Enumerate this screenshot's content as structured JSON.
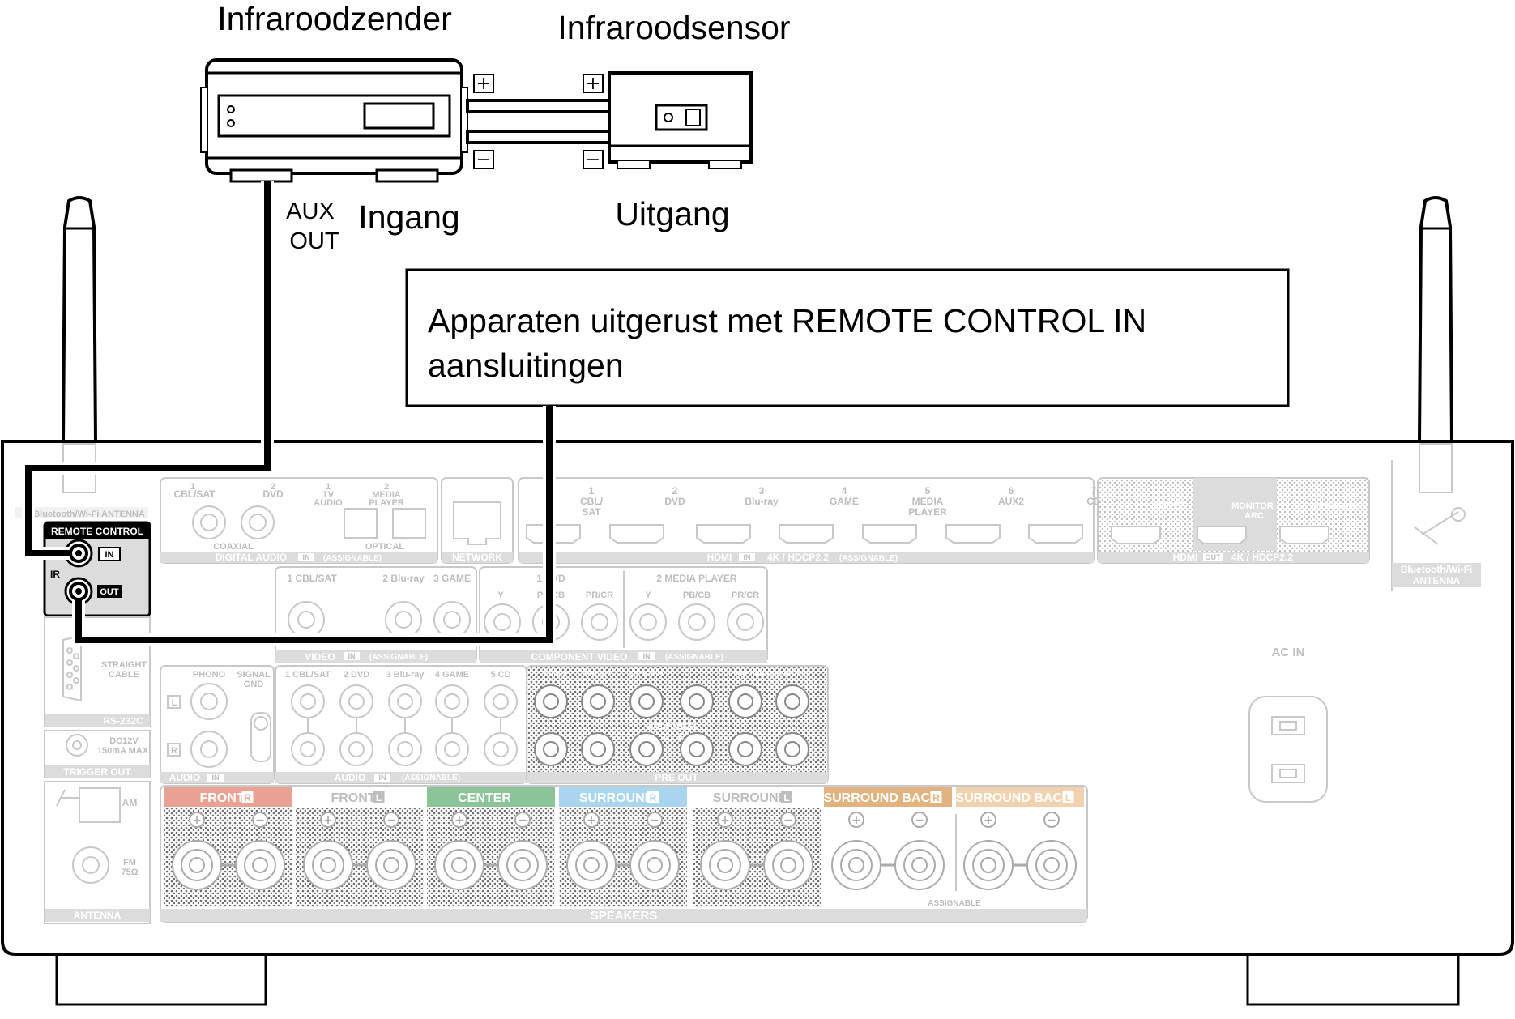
{
  "labels": {
    "ir_transmitter": "Infraroodzender",
    "ir_sensor": "Infraroodsensor",
    "aux_out_line1": "AUX",
    "aux_out_line2": "OUT",
    "input": "Ingang",
    "output": "Uitgang",
    "callout_line1": "Apparaten uitgerust met REMOTE CONTROL IN",
    "callout_line2": "aansluitingen",
    "plus": "+",
    "minus": "−"
  },
  "remote_control": {
    "title": "REMOTE CONTROL",
    "ir": "IR",
    "in": "IN",
    "out": "OUT"
  },
  "antenna": {
    "left_label": "Bluetooth/Wi-Fi ANTENNA",
    "right_label_1": "Bluetooth/Wi-Fi",
    "right_label_2": "ANTENNA"
  },
  "digital_audio": {
    "ch1": "1",
    "ch1_name": "CBL/SAT",
    "ch2": "2",
    "ch2_name": "DVD",
    "ch3": "1",
    "ch3_name_a": "TV",
    "ch3_name_b": "AUDIO",
    "ch4": "2",
    "ch4_name_a": "MEDIA",
    "ch4_name_b": "PLAYER",
    "coaxial": "COAXIAL",
    "optical": "OPTICAL",
    "footer": "DIGITAL AUDIO",
    "in_badge": "IN",
    "assignable": "(ASSIGNABLE)"
  },
  "network": {
    "label": "NETWORK"
  },
  "hdmi_in": {
    "inputs": [
      {
        "num": "1",
        "name_a": "CBL/",
        "name_b": "SAT"
      },
      {
        "num": "2",
        "name_a": "DVD",
        "name_b": ""
      },
      {
        "num": "3",
        "name_a": "Blu-ray",
        "name_b": ""
      },
      {
        "num": "4",
        "name_a": "GAME",
        "name_b": ""
      },
      {
        "num": "5",
        "name_a": "MEDIA",
        "name_b": "PLAYER"
      },
      {
        "num": "6",
        "name_a": "AUX2",
        "name_b": ""
      },
      {
        "num": "7",
        "name_a": "CD",
        "name_b": ""
      }
    ],
    "footer": "HDMI",
    "in_badge": "IN",
    "spec": "4K / HDCP2.2",
    "assignable": "(ASSIGNABLE)"
  },
  "hdmi_out": {
    "zone2": "ZONE2",
    "monitor_arc_a": "MONITOR",
    "monitor_arc_b": "ARC",
    "monitor2": "MONITOR2",
    "footer": "HDMI",
    "out_badge": "OUT",
    "spec": "4K / HDCP2.2"
  },
  "video": {
    "ch1": "1 CBL/SAT",
    "ch2": "2 Blu-ray",
    "ch3": "3 GAME",
    "footer": "VIDEO",
    "in_badge": "IN",
    "assignable": "(ASSIGNABLE)"
  },
  "component": {
    "grp1": "1 DVD",
    "grp2": "2 MEDIA PLAYER",
    "y": "Y",
    "pb": "PB/CB",
    "pr": "PR/CR",
    "footer": "COMPONENT VIDEO",
    "in_badge": "IN",
    "assignable": "(ASSIGNABLE)"
  },
  "rs232": {
    "straight_a": "STRAIGHT",
    "straight_b": "CABLE",
    "label": "RS-232C"
  },
  "trigger": {
    "spec_a": "DC12V",
    "spec_b": "150mA MAX.",
    "label": "TRIGGER OUT"
  },
  "antenna_block": {
    "am": "AM",
    "fm_a": "FM",
    "fm_b": "75Ω",
    "label": "ANTENNA"
  },
  "audio_in": {
    "phono": "PHONO",
    "signal_gnd_a": "SIGNAL",
    "signal_gnd_b": "GND",
    "l": "L",
    "r": "R",
    "footer_left": "AUDIO",
    "in_badge": "IN",
    "channels": [
      "1 CBL/SAT",
      "2 DVD",
      "3 Blu-ray",
      "4 GAME",
      "5 CD"
    ],
    "footer": "AUDIO",
    "assignable": "(ASSIGNABLE)"
  },
  "pre_out": {
    "zone2": "ZONE2",
    "front": "FRONT",
    "center": "CENTER",
    "surround": "SURROUND",
    "surround_back": "SURROUND BACK",
    "subwoofer": "SUBWOOFER",
    "sub1": "1",
    "sub2": "2",
    "footer": "PRE OUT"
  },
  "speakers": {
    "headers": [
      {
        "text": "FRONT",
        "side": "R",
        "color": "#e9a194"
      },
      {
        "text": "FRONT",
        "side": "L",
        "color": "#ffffff"
      },
      {
        "text": "CENTER",
        "side": "",
        "color": "#8cc49a"
      },
      {
        "text": "SURROUND",
        "side": "R",
        "color": "#a9d5ee"
      },
      {
        "text": "SURROUND",
        "side": "L",
        "color": "#ffffff"
      },
      {
        "text": "SURROUND BACK",
        "side": "R",
        "color": "#e1b37f"
      },
      {
        "text": "SURROUND BACK",
        "side": "L",
        "color": "#f1d2ae"
      }
    ],
    "assignable": "ASSIGNABLE",
    "footer": "SPEAKERS"
  },
  "ac_in": {
    "label": "AC IN"
  }
}
